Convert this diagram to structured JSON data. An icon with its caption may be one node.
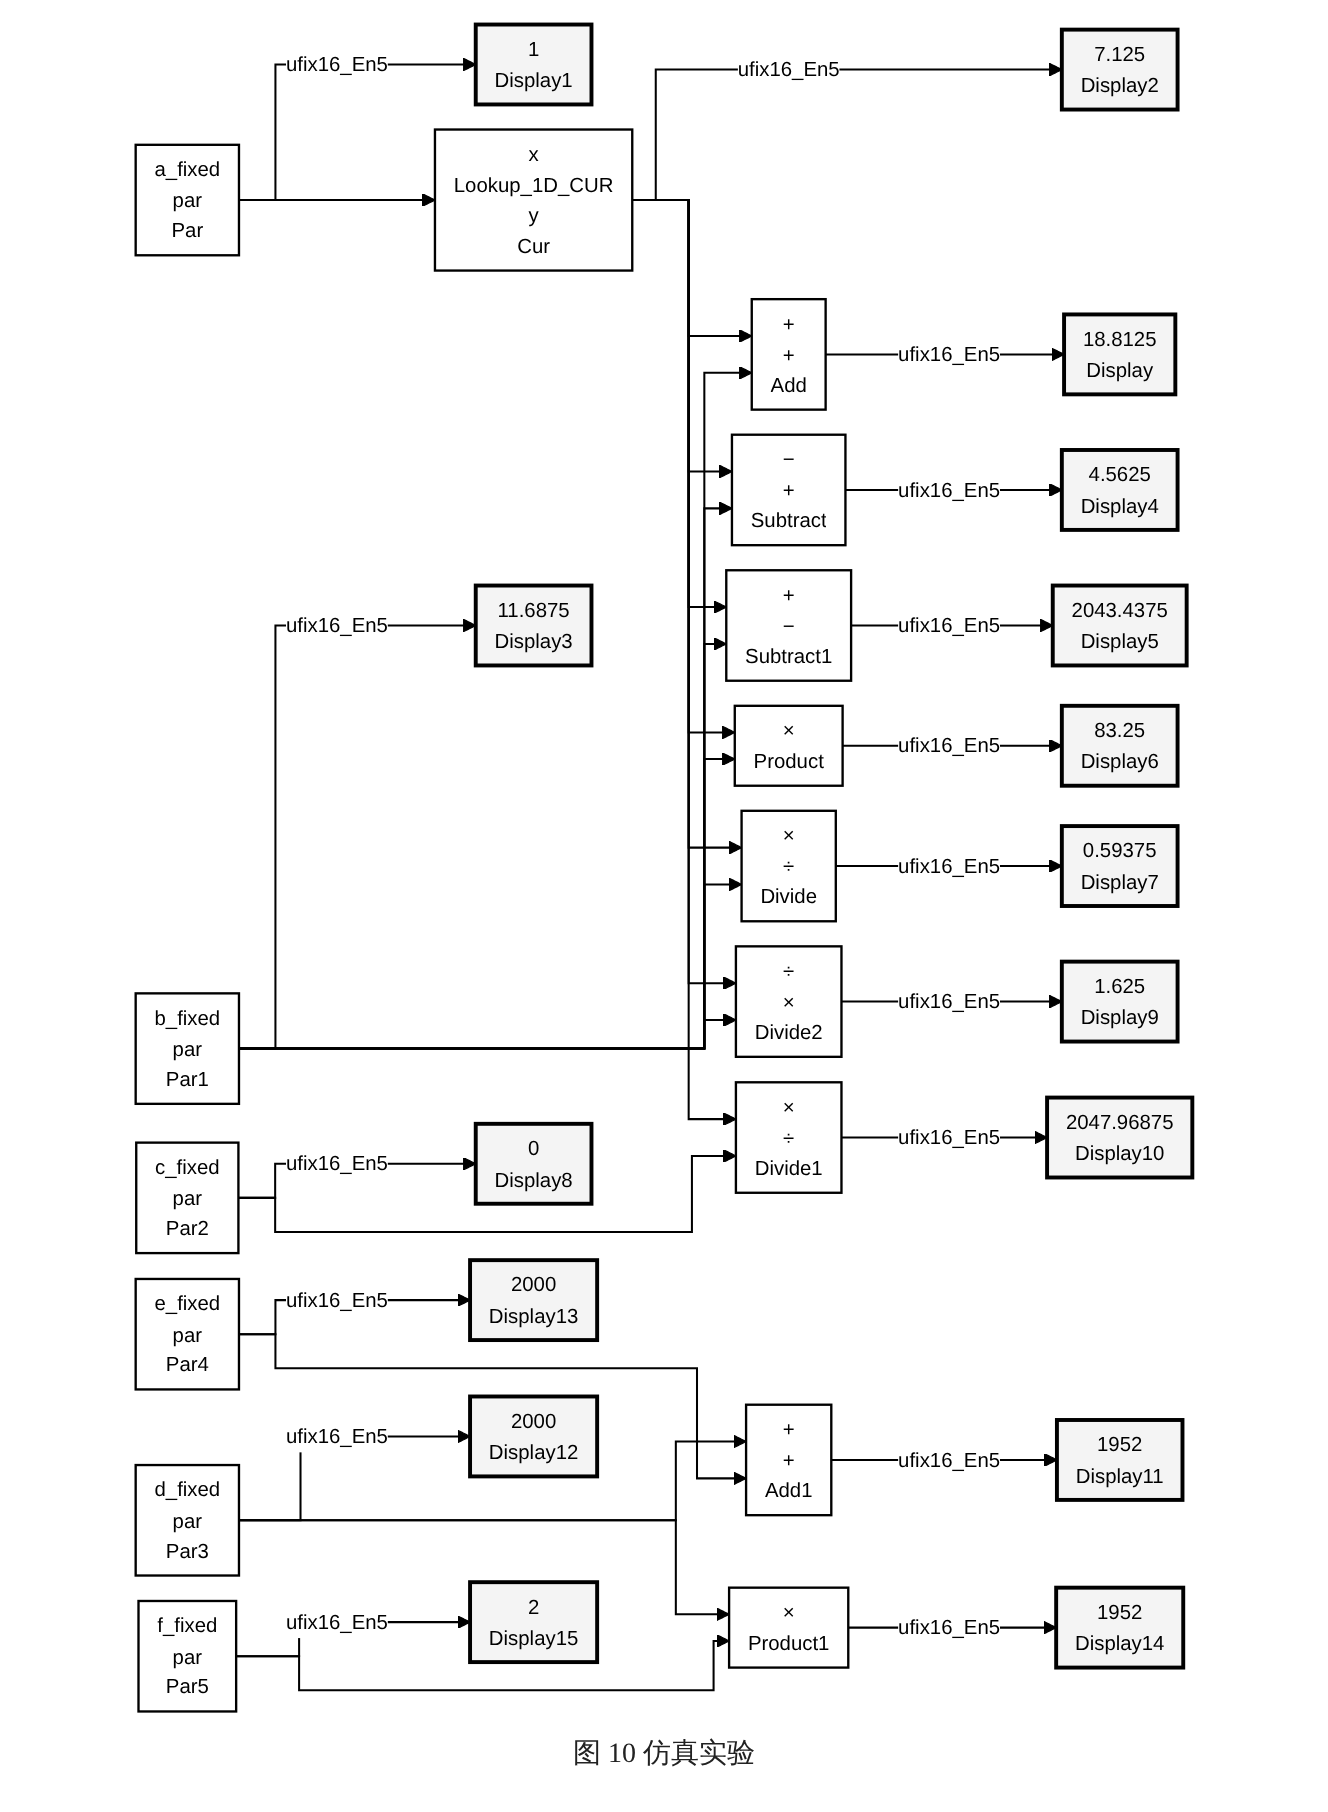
{
  "diagram": {
    "caption": "图 10 仿真实验",
    "nodes": [
      {
        "text": [
          "1",
          "Display1"
        ]
      },
      {
        "text": [
          "7.125",
          "Display2"
        ]
      },
      {
        "text": [
          "a_fixed",
          "par",
          "Par"
        ]
      },
      {
        "text": [
          "x",
          "Lookup_1D_CUR",
          "y",
          "Cur"
        ]
      },
      {
        "text": [
          "+",
          "+",
          "Add"
        ]
      },
      {
        "text": [
          "18.8125",
          "Display"
        ]
      },
      {
        "text": [
          "b_fixed",
          "par",
          "Par1"
        ]
      },
      {
        "text": [
          "−",
          "+",
          "Subtract"
        ]
      },
      {
        "text": [
          "4.5625",
          "Display4"
        ]
      },
      {
        "text": [
          "11.6875",
          "Display3"
        ]
      },
      {
        "text": [
          "+",
          "−",
          "Subtract1"
        ]
      },
      {
        "text": [
          "2043.4375",
          "Display5"
        ]
      },
      {
        "text": [
          "×",
          "Product"
        ]
      },
      {
        "text": [
          "83.25",
          "Display6"
        ]
      },
      {
        "text": [
          "×",
          "÷",
          "Divide"
        ]
      },
      {
        "text": [
          "0.59375",
          "Display7"
        ]
      },
      {
        "text": [
          "÷",
          "×",
          "Divide2"
        ]
      },
      {
        "text": [
          "1.625",
          "Display9"
        ]
      },
      {
        "text": [
          "0",
          "Display8"
        ]
      },
      {
        "text": [
          "c_fixed",
          "par",
          "Par2"
        ]
      },
      {
        "text": [
          "×",
          "÷",
          "Divide1"
        ]
      },
      {
        "text": [
          "2047.96875",
          "Display10"
        ]
      },
      {
        "text": [
          "2000",
          "Display12"
        ]
      },
      {
        "text": [
          "d_fixed",
          "par",
          "Par3"
        ]
      },
      {
        "text": [
          "+",
          "+",
          "Add1"
        ]
      },
      {
        "text": [
          "1952",
          "Display11"
        ]
      },
      {
        "text": [
          "e_fixed",
          "par",
          "Par4"
        ]
      },
      {
        "text": [
          "2000",
          "Display13"
        ]
      },
      {
        "text": [
          "×",
          "Product1"
        ]
      },
      {
        "text": [
          "1952",
          "Display14"
        ]
      },
      {
        "text": [
          "f_fixed",
          "par",
          "Par5"
        ]
      },
      {
        "text": [
          "2",
          "Display15"
        ]
      }
    ],
    "edges": [
      {
        "from": 2,
        "to": 0,
        "arrow": "to",
        "label": "ufix16_En5"
      },
      {
        "from": 2,
        "to": 3,
        "arrow": "to"
      },
      {
        "from": 3,
        "to": 1,
        "arrow": "to",
        "label": "ufix16_En5"
      },
      {
        "from": 3,
        "to": 4,
        "arrow": "to"
      },
      {
        "from": 3,
        "to": 7,
        "arrow": "to"
      },
      {
        "from": 3,
        "to": 10,
        "arrow": "to"
      },
      {
        "from": 3,
        "to": 12,
        "arrow": "to"
      },
      {
        "from": 3,
        "to": 14,
        "arrow": "to"
      },
      {
        "from": 3,
        "to": 16,
        "arrow": "to"
      },
      {
        "from": 3,
        "to": 20,
        "arrow": "to"
      },
      {
        "from": 4,
        "to": 5,
        "arrow": "to",
        "label": "ufix16_En5"
      },
      {
        "from": 6,
        "to": 9,
        "arrow": "to",
        "label": "ufix16_En5"
      },
      {
        "from": 6,
        "to": 4,
        "arrow": "to"
      },
      {
        "from": 6,
        "to": 7,
        "arrow": "to"
      },
      {
        "from": 6,
        "to": 10,
        "arrow": "to"
      },
      {
        "from": 6,
        "to": 12,
        "arrow": "to"
      },
      {
        "from": 6,
        "to": 14,
        "arrow": "to"
      },
      {
        "from": 6,
        "to": 16,
        "arrow": "to"
      },
      {
        "from": 7,
        "to": 8,
        "arrow": "to",
        "label": "ufix16_En5"
      },
      {
        "from": 10,
        "to": 11,
        "arrow": "to",
        "label": "ufix16_En5"
      },
      {
        "from": 12,
        "to": 13,
        "arrow": "to",
        "label": "ufix16_En5"
      },
      {
        "from": 14,
        "to": 15,
        "arrow": "to",
        "label": "ufix16_En5"
      },
      {
        "from": 16,
        "to": 17,
        "arrow": "to",
        "label": "ufix16_En5"
      },
      {
        "from": 19,
        "to": 18,
        "arrow": "to",
        "label": "ufix16_En5"
      },
      {
        "from": 19,
        "to": 20,
        "arrow": "to"
      },
      {
        "from": 20,
        "to": 21,
        "arrow": "to",
        "label": "ufix16_En5"
      },
      {
        "from": 23,
        "to": 22,
        "arrow": "to",
        "label": "ufix16_En5"
      },
      {
        "from": 23,
        "to": 24,
        "arrow": "to"
      },
      {
        "from": 23,
        "to": 28,
        "arrow": "to"
      },
      {
        "from": 26,
        "to": 27,
        "arrow": "to",
        "label": "ufix16_En5"
      },
      {
        "from": 26,
        "to": 24,
        "arrow": "to"
      },
      {
        "from": 24,
        "to": 25,
        "arrow": "to",
        "label": "ufix16_En5"
      },
      {
        "from": 30,
        "to": 31,
        "arrow": "to",
        "label": "ufix16_En5"
      },
      {
        "from": 30,
        "to": 28,
        "arrow": "to"
      },
      {
        "from": 28,
        "to": 29,
        "arrow": "to",
        "label": "ufix16_En5"
      }
    ]
  }
}
